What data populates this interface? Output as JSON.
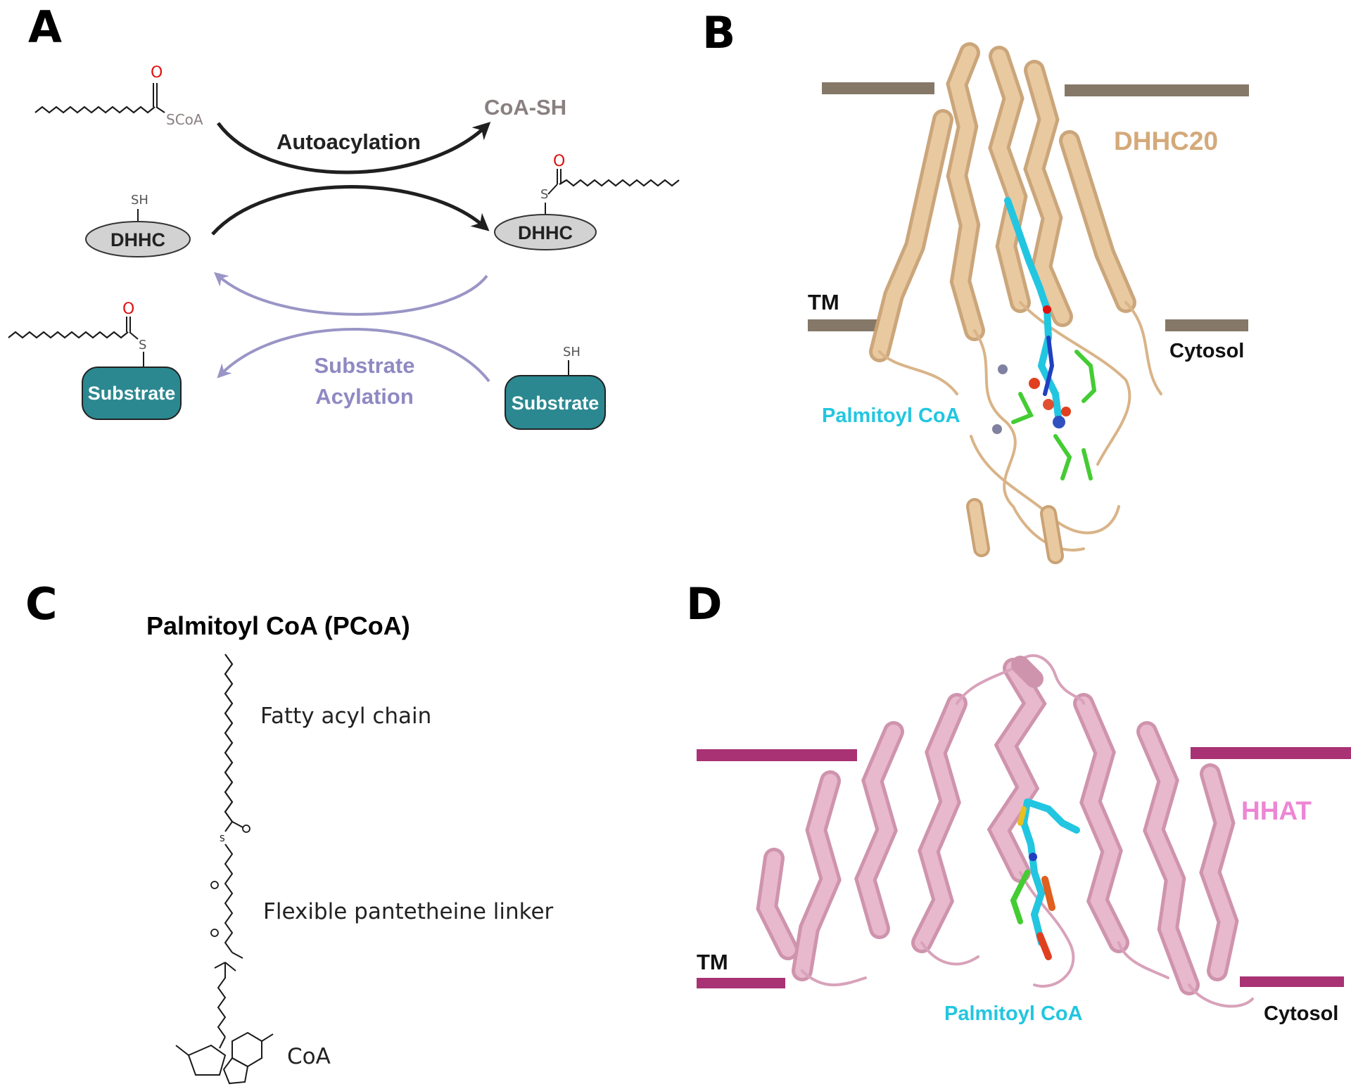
{
  "panels": {
    "A": {
      "label": "A",
      "scoa": "SCoA",
      "oxygen": "O",
      "coa_sh": "CoA-SH",
      "autoacylation": "Autoacylation",
      "sh": "SH",
      "s": "S",
      "dhhc": "DHHC",
      "substrate": "Substrate",
      "substrate_acylation_line1": "Substrate",
      "substrate_acylation_line2": "Acylation"
    },
    "B": {
      "label": "B",
      "protein": "DHHC20",
      "tm": "TM",
      "cytosol": "Cytosol",
      "ligand": "Palmitoyl CoA"
    },
    "C": {
      "label": "C",
      "title": "Palmitoyl CoA (PCoA)",
      "fatty": "Fatty acyl chain",
      "linker": "Flexible pantetheine linker",
      "coa": "CoA"
    },
    "D": {
      "label": "D",
      "protein": "HHAT",
      "tm": "TM",
      "cytosol": "Cytosol",
      "ligand": "Palmitoyl CoA"
    }
  },
  "colors": {
    "dark_arrow": "#1f1f1f",
    "purple_arrow": "#9a95c6",
    "dhhc_fill": "#d2d2d2",
    "substrate_fill": "#2b8890",
    "dhhc20_protein": "#e5c39a",
    "dhhc20_label": "#d4a97a",
    "membrane_B": "#857868",
    "hhat_protein": "#e6b4c8",
    "hhat_label": "#ec86d4",
    "membrane_D": "#a83273",
    "ligand": "#22c6e0",
    "oxygen": "#e01010",
    "grey_text": "#8a8080"
  }
}
